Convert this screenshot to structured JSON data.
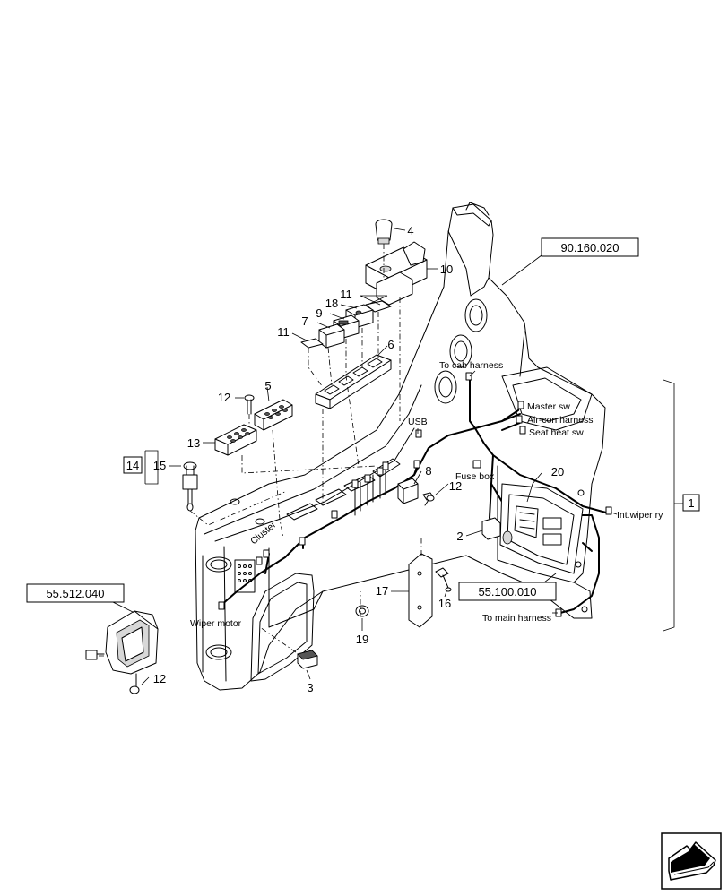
{
  "references": [
    {
      "id": "ref-90-160-020",
      "text": "90.160.020"
    },
    {
      "id": "ref-55-512-040",
      "text": "55.512.040"
    },
    {
      "id": "ref-55-100-010",
      "text": "55.100.010"
    }
  ],
  "callouts": {
    "c1": "1",
    "c2": "2",
    "c3": "3",
    "c4": "4",
    "c5": "5",
    "c6": "6",
    "c7": "7",
    "c8": "8",
    "c9": "9",
    "c10": "10",
    "c11a": "11",
    "c11b": "11",
    "c12a": "12",
    "c12b": "12",
    "c12c": "12",
    "c13": "13",
    "c14": "14",
    "c15": "15",
    "c16": "16",
    "c17": "17",
    "c18": "18",
    "c19": "19",
    "c20": "20"
  },
  "labels": {
    "to_cab_harness": "To cab harness",
    "usb": "USB",
    "master_sw": "Master sw",
    "air_con_harness": "Air-con harness",
    "seat_heat_sw": "Seat heat sw",
    "fuse_box": "Fuse box",
    "int_wiper_ry": "Int.wiper ry",
    "to_main_harness": "To main harness",
    "wiper_motor": "Wiper motor",
    "cluster": "Cluster"
  },
  "nav_icon": "next-page-arrow-icon"
}
